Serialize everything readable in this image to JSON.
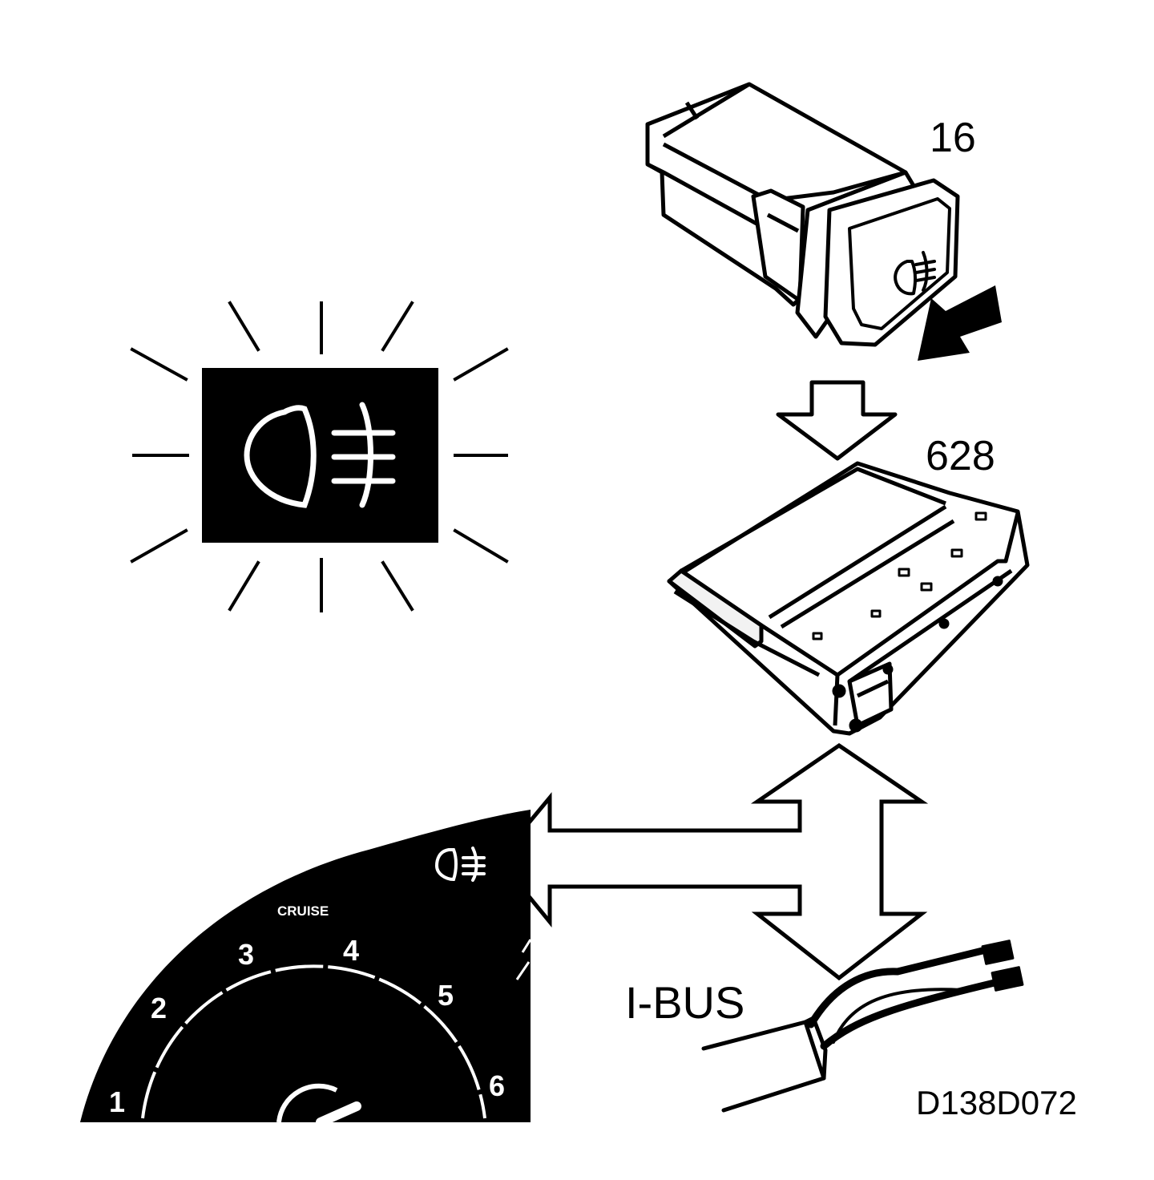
{
  "labels": {
    "switch_number": "16",
    "module_number": "628",
    "bus_label": "I-BUS",
    "figure_code": "D138D072"
  },
  "gauge": {
    "indicator_text": "CRUISE",
    "ticks": [
      "1",
      "2",
      "3",
      "4",
      "5",
      "6"
    ]
  },
  "colors": {
    "ink": "#000000",
    "paper": "#ffffff",
    "module_fill": "#f2f2f2"
  },
  "icons": {
    "warning_lamp": "rear-fog-light-icon",
    "switch_button": "rear-fog-light-icon",
    "cluster_lamp": "rear-fog-light-icon"
  }
}
